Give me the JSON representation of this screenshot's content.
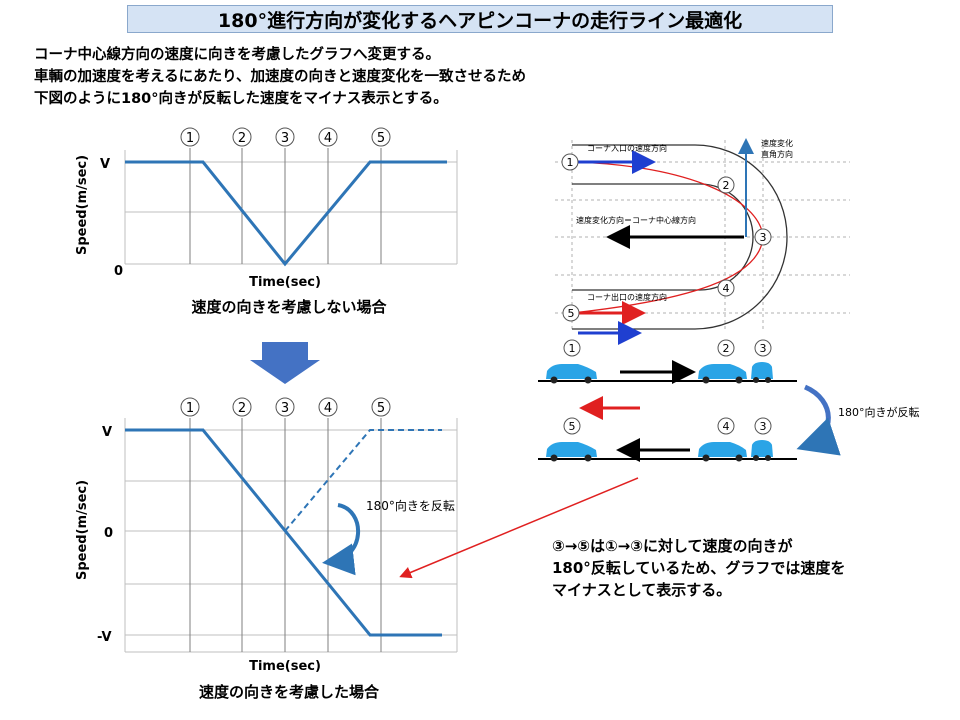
{
  "title": "180°進行方向が変化するヘアピンコーナの走行ライン最適化",
  "intro_lines": [
    "コーナ中心線方向の速度に向きを考慮したグラフへ変更する。",
    "車輌の加速度を考えるにあたり、加速度の向きと速度変化を一致させるため",
    "下図のように180°向きが反転した速度をマイナス表示とする。"
  ],
  "markers": [
    "1",
    "2",
    "3",
    "4",
    "5"
  ],
  "chart_top": {
    "ylabel": "Speed(m/sec)",
    "xlabel": "Time(sec)",
    "tick_v": "V",
    "tick_zero": "0",
    "caption": "速度の向きを考慮しない場合"
  },
  "chart_bottom": {
    "ylabel": "Speed(m/sec)",
    "xlabel": "Time(sec)",
    "tick_v": "V",
    "tick_zero": "0",
    "tick_neg_v": "-V",
    "annotation": "180°向きを反転",
    "caption": "速度の向きを考慮した場合"
  },
  "corner_diagram": {
    "entry_label": "コーナ入口の速度方向",
    "change_label_1": "速度変化",
    "change_label_2": "直角方向",
    "centerline_label": "速度変化方向＝コーナ中心線方向",
    "exit_label": "コーナ出口の速度方向"
  },
  "reverse_label": "180°向きが反転",
  "note_lines": [
    "③→⑤は①→③に対して速度の向きが",
    "180°反転しているため、グラフでは速度を",
    "マイナスとして表示する。"
  ],
  "chart_data": [
    {
      "type": "line",
      "x": [
        "1",
        "2",
        "3",
        "4",
        "5"
      ],
      "series": [
        {
          "values": [
            "V",
            "V/2",
            "0",
            "V/2",
            "V"
          ]
        }
      ]
    },
    {
      "type": "line",
      "x": [
        "1",
        "2",
        "3",
        "4",
        "5"
      ],
      "series": [
        {
          "values": [
            "V",
            "V/2",
            "0",
            "-V/2",
            "-V"
          ]
        },
        {
          "values": [
            null,
            null,
            "0",
            "V/2",
            "V"
          ]
        }
      ]
    }
  ],
  "colors": {
    "title_bg": "#d5e3f4",
    "line_blue": "#2e75b6",
    "arrow_red": "#e02020",
    "arrow_blue": "#1f3fd0",
    "car": "#2aa4e6"
  }
}
